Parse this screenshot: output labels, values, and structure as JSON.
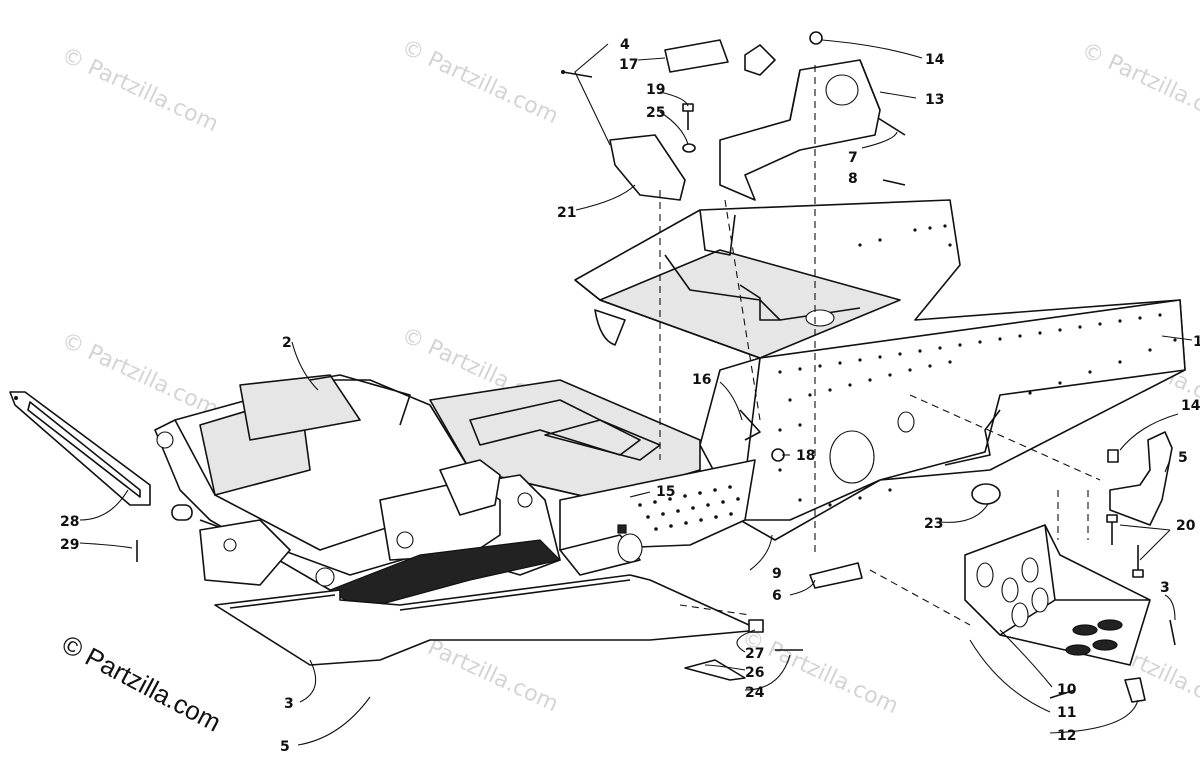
{
  "watermark": "© Partzilla.com",
  "copyright": "© Partzilla.com",
  "callouts": [
    "1",
    "2",
    "3",
    "3",
    "4",
    "5",
    "5",
    "6",
    "7",
    "8",
    "9",
    "10",
    "11",
    "12",
    "13",
    "14",
    "14",
    "15",
    "16",
    "17",
    "18",
    "19",
    "20",
    "21",
    "23",
    "24",
    "25",
    "26",
    "27",
    "28",
    "29"
  ]
}
